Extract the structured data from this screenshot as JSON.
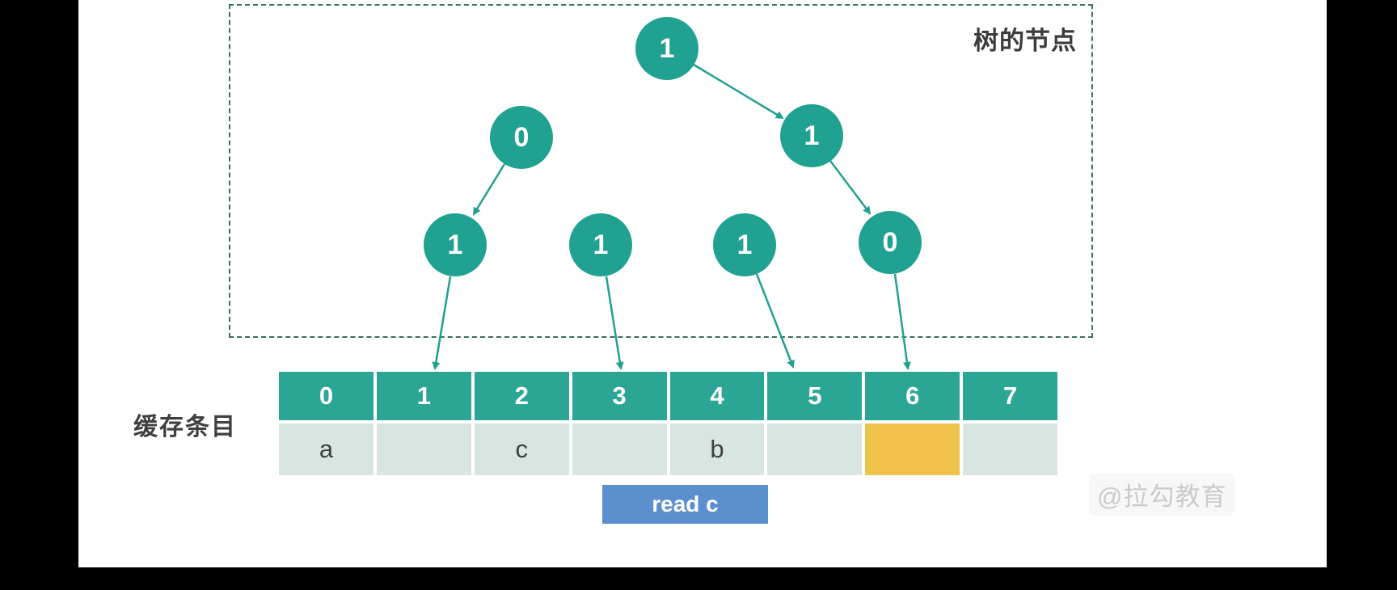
{
  "labels": {
    "tree_region": "树的节点",
    "cache": "缓存条目"
  },
  "tree": {
    "nodes": [
      {
        "id": "root",
        "value": "1"
      },
      {
        "id": "left",
        "value": "0"
      },
      {
        "id": "right",
        "value": "1"
      },
      {
        "id": "leaf-0",
        "value": "1"
      },
      {
        "id": "leaf-1",
        "value": "1"
      },
      {
        "id": "leaf-2",
        "value": "1"
      },
      {
        "id": "leaf-3",
        "value": "0"
      }
    ],
    "edges": [
      {
        "from": "root",
        "to": "right"
      },
      {
        "from": "left",
        "to": "leaf-0"
      },
      {
        "from": "right",
        "to": "leaf-3"
      },
      {
        "from": "leaf-0",
        "to": "cache-cell-1"
      },
      {
        "from": "leaf-1",
        "to": "cache-cell-3"
      },
      {
        "from": "leaf-2",
        "to": "cache-cell-5"
      },
      {
        "from": "leaf-3",
        "to": "cache-cell-6"
      }
    ]
  },
  "cache": {
    "indices": [
      "0",
      "1",
      "2",
      "3",
      "4",
      "5",
      "6",
      "7"
    ],
    "entries": [
      "a",
      "",
      "c",
      "",
      "b",
      "",
      "",
      ""
    ],
    "highlight_index": 6
  },
  "action": {
    "label": "read c"
  },
  "watermark": "@拉勾教育",
  "colors": {
    "node": "#21A191",
    "header": "#2BA695",
    "entry_bg": "#D8E5E1",
    "highlight": "#F0C24B",
    "action_bg": "#5C8FCE",
    "dashed_border": "#37705F",
    "text": "#404040",
    "watermark": "#CBCBCB",
    "arrow": "#22A08F"
  }
}
